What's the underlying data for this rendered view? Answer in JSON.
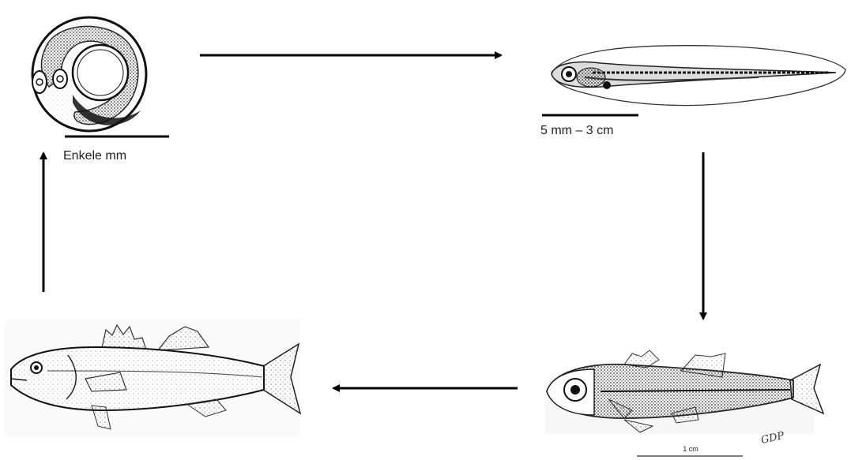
{
  "labels": {
    "egg_scale": "Enkele mm",
    "larva_scale": "5 mm – 3 cm",
    "juvenile_scale": "1 cm",
    "artist_signature": "GDP"
  }
}
